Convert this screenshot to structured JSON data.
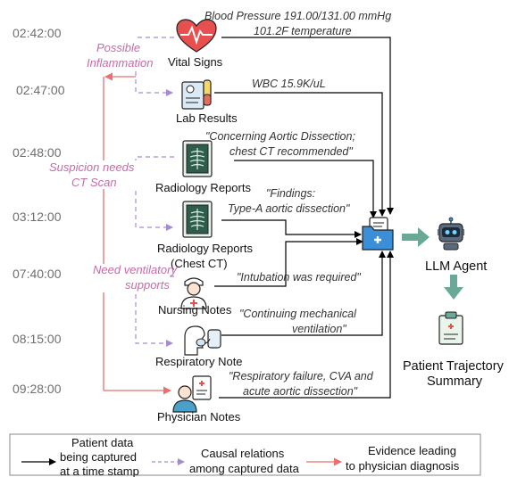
{
  "timestamps": [
    "02:42:00",
    "02:47:00",
    "02:48:00",
    "03:12:00",
    "07:40:00",
    "08:15:00",
    "09:28:00"
  ],
  "sources": {
    "vital_signs": "Vital Signs",
    "lab_results": "Lab Results",
    "radiology_1": "Radiology Reports",
    "radiology_2_line1": "Radiology Reports",
    "radiology_2_line2": "(Chest CT)",
    "nursing": "Nursing Notes",
    "respiratory": "Respiratory Note",
    "physician": "Physician Notes"
  },
  "notes": {
    "vitals_1": "Blood Pressure 191.00/131.00 mmHg",
    "vitals_2": "101.2F temperature",
    "lab": "WBC 15.9K/uL",
    "rad1_1": "\"Concerning Aortic Dissection;",
    "rad1_2": "chest CT recommended\"",
    "rad2_1": "\"Findings:",
    "rad2_2": "Type-A aortic dissection\"",
    "nursing": "\"Intubation was required\"",
    "resp_1": "\"Continuing mechanical",
    "resp_2": "ventilation\"",
    "phys_1": "\"Respiratory failure, CVA and",
    "phys_2": "acute aortic dissection\""
  },
  "inferences": {
    "inflammation_1": "Possible",
    "inflammation_2": "Inflammation",
    "ct_1": "Suspicion needs",
    "ct_2": "CT Scan",
    "vent_1": "Need ventilatory",
    "vent_2": "supports"
  },
  "agent_label": "LLM Agent",
  "summary_1": "Patient Trajectory",
  "summary_2": "Summary",
  "legend": {
    "capture_1": "Patient data",
    "capture_2": "being captured",
    "capture_3": "at a time stamp",
    "causal_1": "Causal relations",
    "causal_2": "among captured data",
    "evidence_1": "Evidence leading",
    "evidence_2": "to physician diagnosis"
  },
  "colors": {
    "capture_arrow": "#000000",
    "causal_arrow": "#a78bd0",
    "evidence_arrow": "#e8706e",
    "inference_text": "#c86aa6",
    "flow_arrow": "#6aa898",
    "folder": "#3a8fd8"
  },
  "icons": [
    "heart-pulse-icon",
    "lab-flask-icon",
    "xray-icon",
    "xray-icon",
    "nurse-icon",
    "respiratory-mask-icon",
    "physician-icon",
    "folder-icon",
    "robot-icon",
    "clipboard-icon"
  ]
}
